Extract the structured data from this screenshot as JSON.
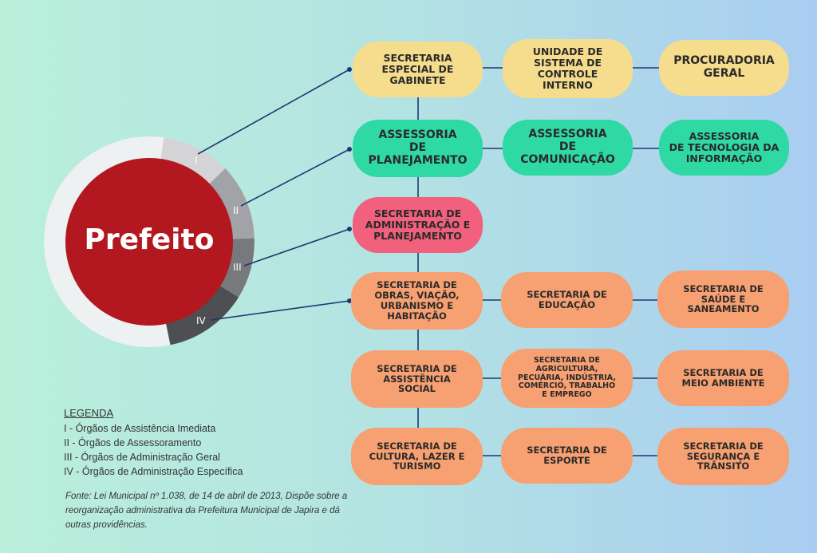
{
  "center": {
    "label": "Prefeito"
  },
  "ring_labels": [
    "I",
    "II",
    "III",
    "IV"
  ],
  "rows": [
    {
      "kind": "yellow",
      "boxes": [
        "SECRETARIA\nESPECIAL DE\nGABINETE",
        "UNIDADE DE\nSISTEMA DE\nCONTROLE\nINTERNO",
        "PROCURADORIA\nGERAL"
      ]
    },
    {
      "kind": "teal",
      "boxes": [
        "ASSESSORIA\nDE PLANEJAMENTO",
        "ASSESSORIA\nDE COMUNICAÇÃO",
        "ASSESSORIA\nDE TECNOLOGIA DA\nINFORMAÇÃO"
      ]
    },
    {
      "kind": "pink",
      "boxes": [
        "SECRETARIA DE\nADMINISTRAÇÃO E\nPLANEJAMENTO"
      ]
    },
    {
      "kind": "orange",
      "boxes": [
        "SECRETARIA DE\nOBRAS, VIAÇÃO,\nURBANISMO E\nHABITAÇÃO",
        "SECRETARIA DE\nEDUCAÇÃO",
        "SECRETARIA DE\nSAÚDE E\nSANEAMENTO"
      ]
    },
    {
      "kind": "orange",
      "boxes": [
        "SECRETARIA DE\nASSISTÊNCIA\nSOCIAL",
        "SECRETARIA DE\nAGRICULTURA,\nPECUÁRIA, INDÚSTRIA,\nCOMÉRCIO, TRABALHO\nE EMPREGO",
        "SECRETARIA DE\nMEIO AMBIENTE"
      ]
    },
    {
      "kind": "orange",
      "boxes": [
        "SECRETARIA DE\nCULTURA, LAZER E\nTURISMO",
        "SECRETARIA DE\nESPORTE",
        "SECRETARIA DE\nSEGURANÇA E\nTRÂNSITO"
      ]
    }
  ],
  "legend": {
    "title": "LEGENDA",
    "items": [
      "I - Órgãos de Assistência Imediata",
      "II - Órgãos de Assessoramento",
      "III - Órgãos de Administração Geral",
      "IV - Órgãos de Administração Específica"
    ]
  },
  "source": "Fonte: Lei Municipal nº 1.038, de 14 de abril de 2013, Dispõe sobre a reorganização administrativa da Prefeitura Municipal de Japira e dá outras providências.",
  "colors": {
    "yellow": "#f6dd8e",
    "teal": "#2fd9a3",
    "pink": "#f1607c",
    "orange": "#f7a071",
    "center": "#b3171f",
    "line": "#1e3770"
  }
}
